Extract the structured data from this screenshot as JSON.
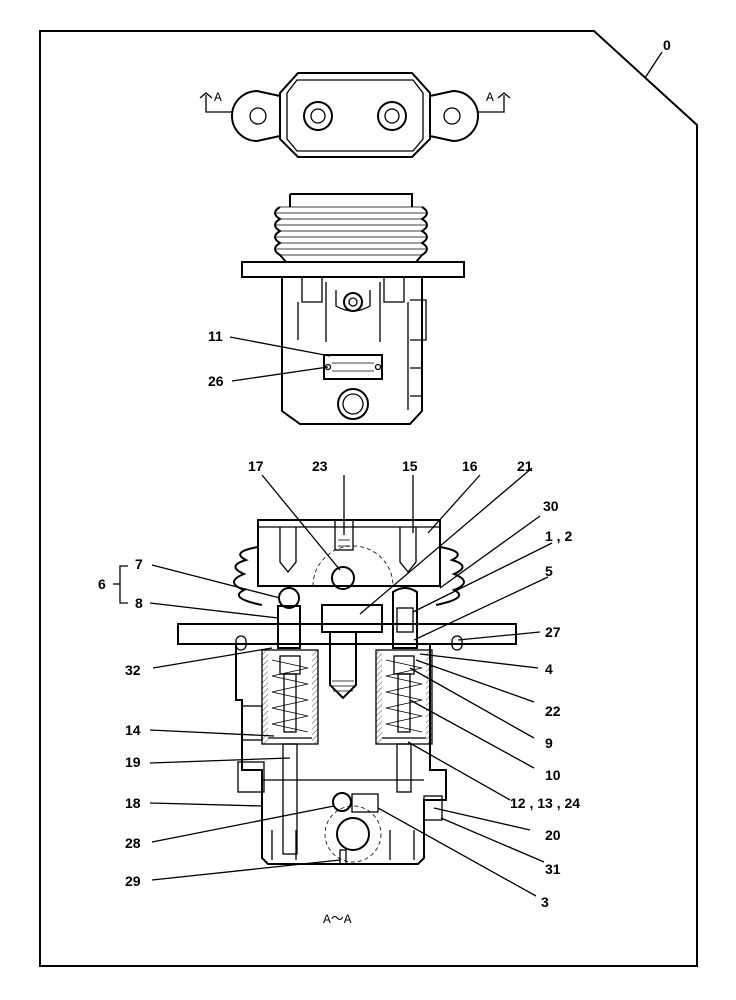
{
  "drawing": {
    "assembly_label": "0",
    "section_marker": "A",
    "section_caption": "A～A",
    "parts": {
      "p1_2": "1 , 2",
      "p3": "3",
      "p4": "4",
      "p5": "5",
      "p6": "6",
      "p7": "7",
      "p8": "8",
      "p9": "9",
      "p10": "10",
      "p11": "11",
      "p12_13_24": "12 , 13 , 24",
      "p14": "14",
      "p15": "15",
      "p16": "16",
      "p17": "17",
      "p18": "18",
      "p19": "19",
      "p20": "20",
      "p21": "21",
      "p22": "22",
      "p23": "23",
      "p26": "26",
      "p27": "27",
      "p28": "28",
      "p29": "29",
      "p30": "30",
      "p31": "31",
      "p32": "32"
    }
  }
}
